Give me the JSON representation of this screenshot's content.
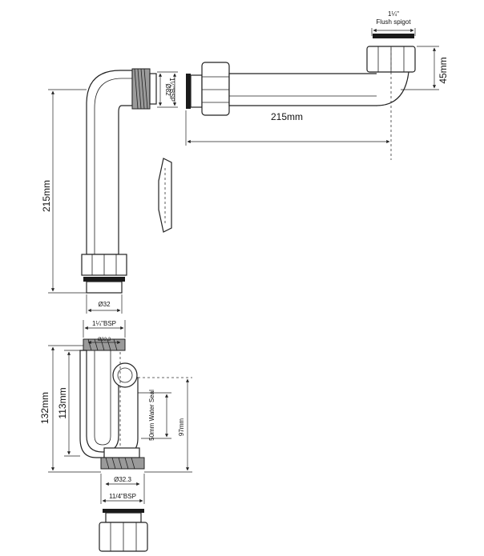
{
  "labels": {
    "top_spigot_fraction": "1¼\"",
    "top_spigot_text": "Flush spigot",
    "dim_45": "45mm",
    "dim_215_horizontal": "215mm",
    "dim_215_vertical": "215mm",
    "bsp_top": "1¼\"BSP",
    "dia_82": "Ø82",
    "dia_32": "Ø32",
    "bsp_trap_top": "1¼\"BSP",
    "dia_323_top": "Ø32.3",
    "dim_132": "132mm",
    "dim_113": "113mm",
    "water_seal": "50mm Water Seal",
    "dim_97": "97mm",
    "dia_323_bottom": "Ø32.3",
    "bsp_trap_bottom": "11/4\"BSP"
  }
}
